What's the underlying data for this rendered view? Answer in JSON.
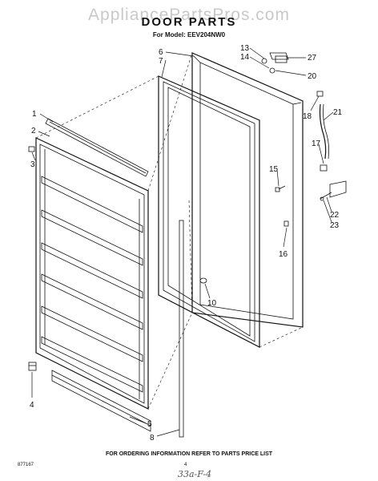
{
  "watermark": "AppliancePartsPros.com",
  "title": "DOOR PARTS",
  "model": "For Model: EEV204NW0",
  "footer_note": "FOR ORDERING INFORMATION REFER TO PARTS PRICE LIST",
  "doc_number": "877167",
  "page_number": "4",
  "handwritten_note": "33a-F-4",
  "callouts": {
    "c1": "1",
    "c2": "2",
    "c3": "3",
    "c4": "4",
    "c5": "5",
    "c6": "6",
    "c7": "7",
    "c8": "8",
    "c10": "10",
    "c13": "13",
    "c14": "14",
    "c15": "15",
    "c16": "16",
    "c17": "17",
    "c18": "18",
    "c20": "20",
    "c21": "21",
    "c22": "22",
    "c23": "23",
    "c27": "27"
  }
}
